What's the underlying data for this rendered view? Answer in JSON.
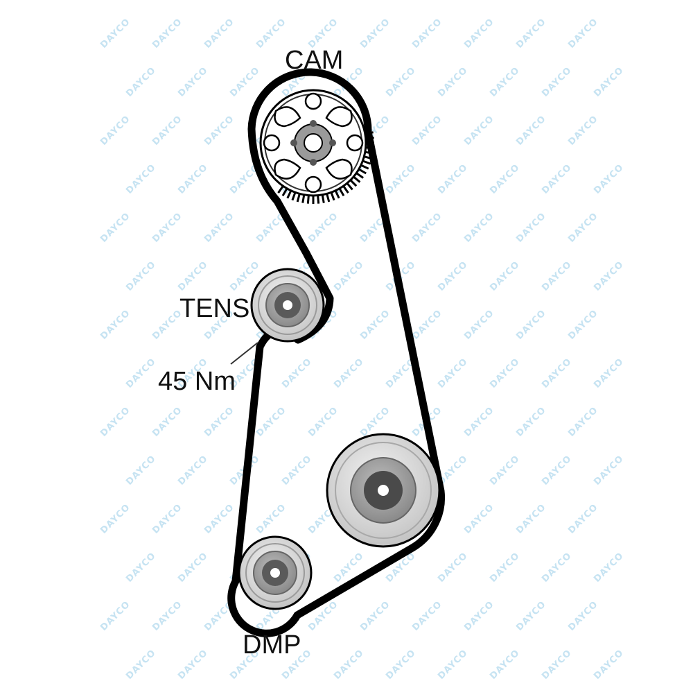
{
  "labels": {
    "cam": "CAM",
    "tens": "TENS",
    "torque": "45 Nm",
    "dmp": "DMP"
  },
  "watermark": {
    "text": "DAYCO",
    "color": "#c6e3f2"
  },
  "colors": {
    "belt": "#000000",
    "pulley_light": "#e4e4e4",
    "pulley_mid": "#b4b4b4",
    "pulley_dark": "#6a6a6a",
    "hub": "#3c3c3c"
  }
}
